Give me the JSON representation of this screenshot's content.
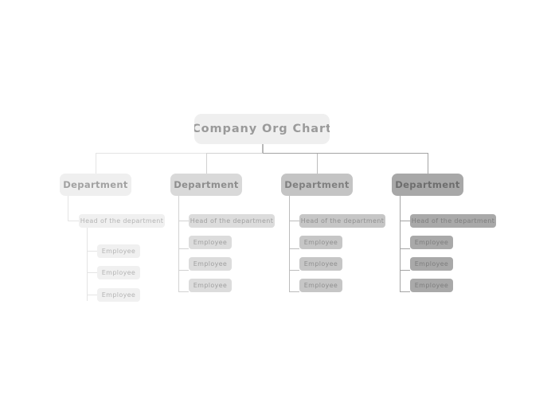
{
  "chart_data": {
    "type": "diagram",
    "diagram_type": "org-chart",
    "title": "Company Org Chart",
    "orientation": "top-down",
    "background": "#ffffff",
    "levels": [
      "root",
      "department",
      "head",
      "employee"
    ],
    "node_count": 21,
    "branch_count": 4,
    "palette": {
      "branch_1": "#efefef",
      "branch_2": "#d9d9d9",
      "branch_3": "#c4c4c4",
      "branch_4": "#a8a8a8",
      "root_fill": "#efefef",
      "root_text": "#9a9a9a",
      "connector_light": "#e4e4e4",
      "connector_dark": "#a4a4a4"
    }
  },
  "root": {
    "label": "Company Org Chart"
  },
  "branches": [
    {
      "department": "Department",
      "head": "Head of the department",
      "employees": [
        "Employee",
        "Employee",
        "Employee"
      ]
    },
    {
      "department": "Department",
      "head": "Head of the department",
      "employees": [
        "Employee",
        "Employee",
        "Employee"
      ]
    },
    {
      "department": "Department",
      "head": "Head of the department",
      "employees": [
        "Employee",
        "Employee",
        "Employee"
      ]
    },
    {
      "department": "Department",
      "head": "Head of the department",
      "employees": [
        "Employee",
        "Employee",
        "Employee"
      ]
    }
  ]
}
